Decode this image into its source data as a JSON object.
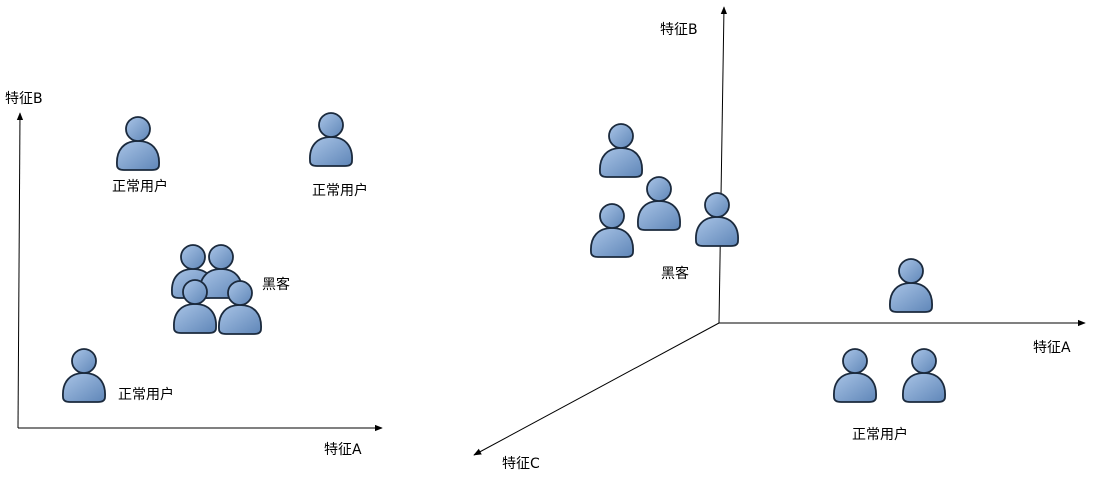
{
  "colors": {
    "person_fill": "#7fa3cf",
    "person_stroke": "#1b2a3d",
    "axis": "#000000"
  },
  "icon": "person-icon",
  "left_plot": {
    "x_axis_label": "特征A",
    "y_axis_label": "特征B",
    "normal_label": "正常用户",
    "hacker_label": "黑客"
  },
  "right_plot": {
    "x_axis_label": "特征A",
    "y_axis_label": "特征B",
    "z_axis_label": "特征C",
    "normal_label": "正常用户",
    "hacker_label": "黑客"
  }
}
